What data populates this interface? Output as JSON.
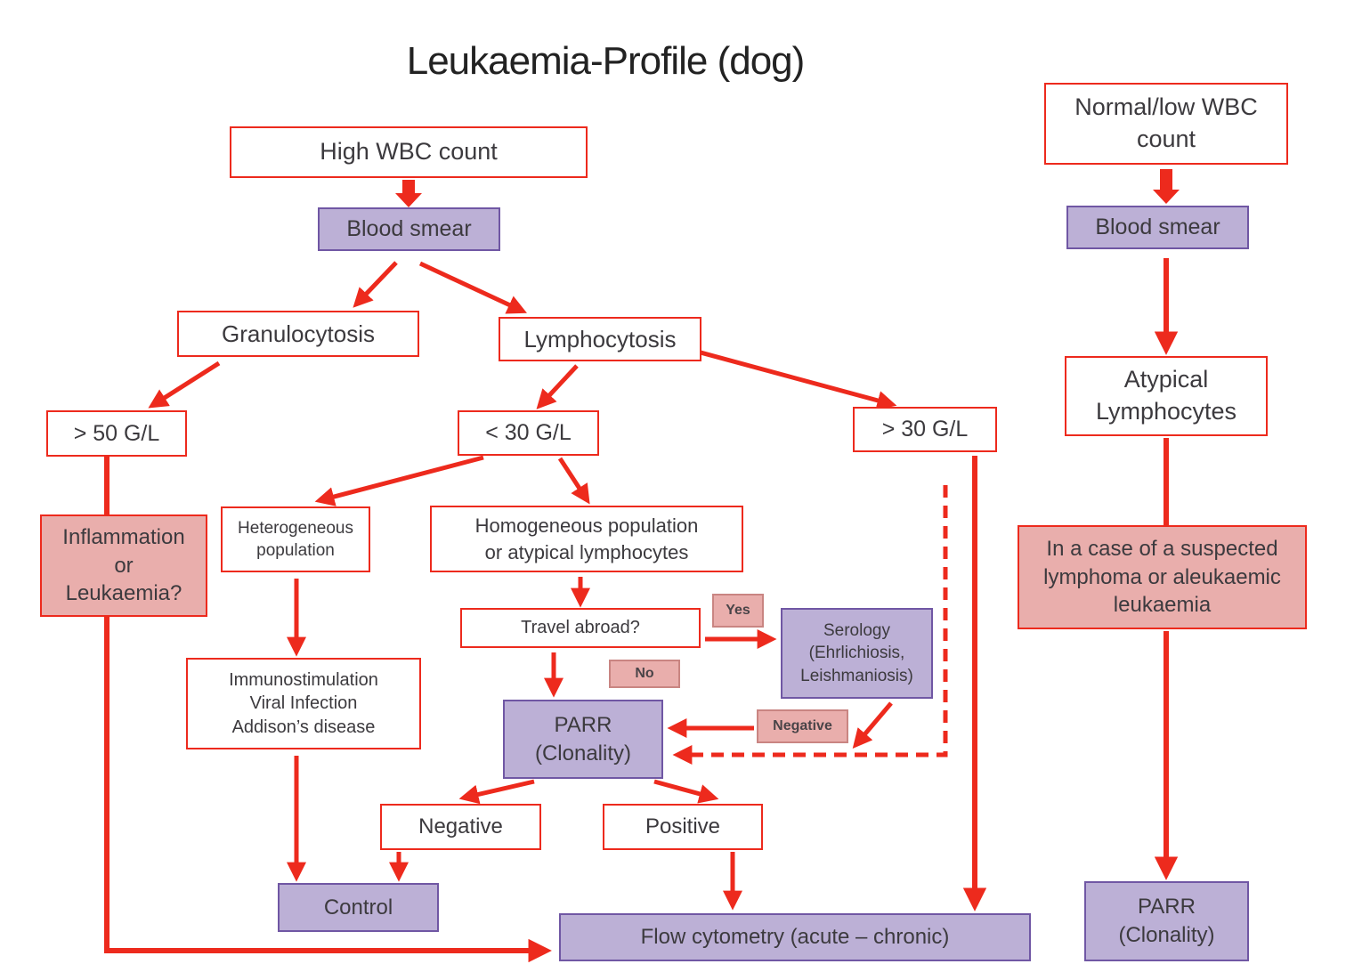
{
  "title": "Leukaemia-Profile (dog)",
  "colors": {
    "red": "#ed2a1d",
    "purpleFill": "#bcb0d6",
    "purpleBorder": "#7057a4",
    "pinkFill": "#e9aeac",
    "pinkBorder": "#c98582"
  },
  "nodes": {
    "high_wbc": {
      "label": "High WBC count"
    },
    "normal_low_wbc": {
      "label": "Normal/low WBC\ncount"
    },
    "blood_smear_left": {
      "label": "Blood smear"
    },
    "blood_smear_right": {
      "label": "Blood smear"
    },
    "granulocytosis": {
      "label": "Granulocytosis"
    },
    "lymphocytosis": {
      "label": "Lymphocytosis"
    },
    "gt_50_gl": {
      "label": "> 50 G/L"
    },
    "lt_30_gl": {
      "label": "< 30 G/L"
    },
    "gt_30_gl": {
      "label": "> 30 G/L"
    },
    "atypical_lymphocytes": {
      "label": "Atypical\nLymphocytes"
    },
    "inflammation_or_leukaemia": {
      "label": "Inflammation\nor\nLeukaemia?"
    },
    "heterogeneous_population": {
      "label": "Heterogeneous\npopulation"
    },
    "homogeneous_population": {
      "label": "Homogeneous population\nor atypical lymphocytes"
    },
    "suspected_lymphoma": {
      "label": "In a case of a suspected\nlymphoma or aleukaemic\nleukaemia"
    },
    "immunostimulation": {
      "label": "Immunostimulation\nViral Infection\nAddison’s disease"
    },
    "travel_abroad": {
      "label": "Travel abroad?"
    },
    "serology": {
      "label": "Serology\n(Ehrlichiosis,\nLeishmaniosis)"
    },
    "parr_center": {
      "label": "PARR\n(Clonality)"
    },
    "parr_right": {
      "label": "PARR\n(Clonality)"
    },
    "negative_result": {
      "label": "Negative"
    },
    "positive_result": {
      "label": "Positive"
    },
    "control": {
      "label": "Control"
    },
    "flow_cytometry": {
      "label": "Flow cytometry (acute – chronic)"
    }
  },
  "edge_labels": {
    "yes": "Yes",
    "no": "No",
    "negative": "Negative"
  }
}
